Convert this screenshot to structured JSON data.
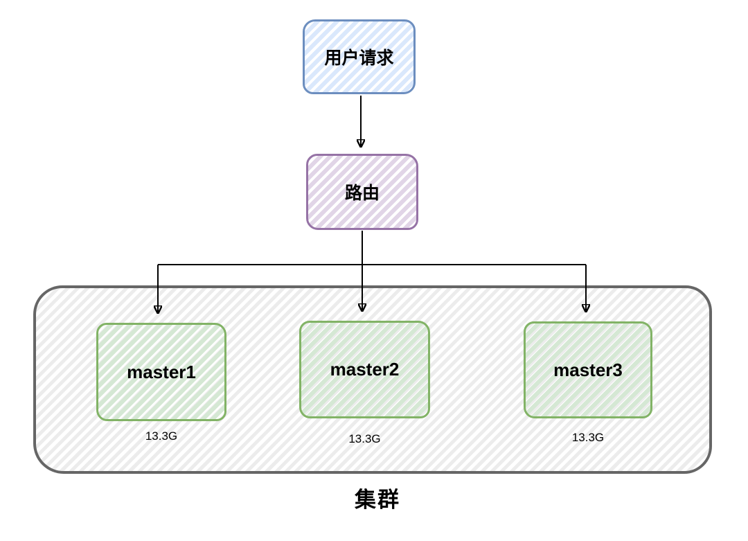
{
  "nodes": {
    "user_request": {
      "label": "用户请求"
    },
    "router": {
      "label": "路由"
    }
  },
  "cluster": {
    "label": "集群",
    "masters": [
      {
        "name": "master1",
        "size": "13.3G"
      },
      {
        "name": "master2",
        "size": "13.3G"
      },
      {
        "name": "master3",
        "size": "13.3G"
      }
    ]
  },
  "colors": {
    "user_stroke": "#6c8ebf",
    "user_fill": "#dae8fc",
    "router_stroke": "#9673a6",
    "router_fill": "#e1d5e7",
    "master_stroke": "#82b366",
    "master_fill": "#d5e8d4",
    "cluster_stroke": "#666666",
    "cluster_fill": "#ececec",
    "connector": "#000000",
    "text": "#000000",
    "background": "#ffffff"
  }
}
